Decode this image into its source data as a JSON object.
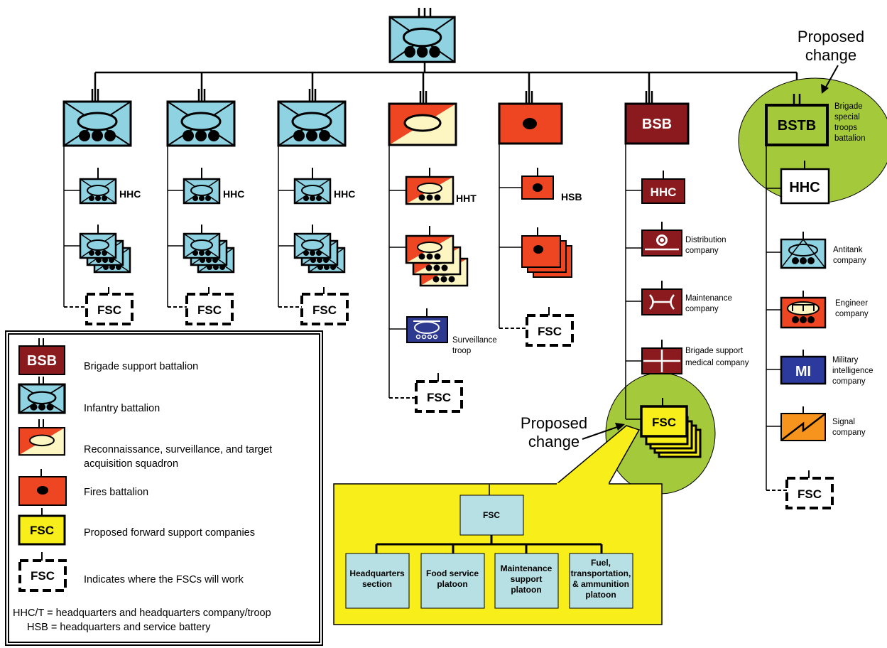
{
  "annotations": {
    "proposed_top_line1": "Proposed",
    "proposed_top_line2": "change",
    "proposed_mid_line1": "Proposed",
    "proposed_mid_line2": "change"
  },
  "units": {
    "hhc": "HHC",
    "hht": "HHT",
    "hsb": "HSB",
    "fsc": "FSC",
    "bsb": "BSB",
    "bstb": "BSTB",
    "mi": "MI",
    "surveillance_troop_1": "Surveillance",
    "surveillance_troop_2": "troop",
    "distribution_1": "Distribution",
    "distribution_2": "company",
    "maintenance_1": "Maintenance",
    "maintenance_2": "company",
    "medical_1": "Brigade support",
    "medical_2": "medical company",
    "bstb_label_1": "Brigade",
    "bstb_label_2": "special",
    "bstb_label_3": "troops",
    "bstb_label_4": "battalion",
    "antitank_1": "Antitank",
    "antitank_2": "company",
    "engineer_1": "Engineer",
    "engineer_2": "company",
    "mi_label_1": "Military",
    "mi_label_2": "intelligence",
    "mi_label_3": "company",
    "signal_1": "Signal",
    "signal_2": "company"
  },
  "fsc_detail": {
    "root": "FSC",
    "children": [
      [
        "Headquarters",
        "section"
      ],
      [
        "Food service",
        "platoon"
      ],
      [
        "Maintenance",
        "support",
        "platoon"
      ],
      [
        "Fuel,",
        "transportation,",
        "& ammunition",
        "platoon"
      ]
    ]
  },
  "legend": {
    "bsb_symbol": "BSB",
    "bsb": "Brigade support battalion",
    "infantry": "Infantry battalion",
    "rsta_1": "Reconnaissance, surveillance, and target",
    "rsta_2": "acquisition squadron",
    "fires": "Fires battalion",
    "fsc_symbol": "FSC",
    "proposed_fsc": "Proposed forward support companies",
    "fsc_dashed_symbol": "FSC",
    "fsc_work": "Indicates where the FSCs will work",
    "note_1": "HHC/T = headquarters and headquarters company/troop",
    "note_2": "HSB = headquarters and service battery"
  },
  "colors": {
    "infantry_blue": "#8fd3e3",
    "fires_red": "#ee4523",
    "cream": "#fdf6c3",
    "bsb_maroon": "#8b1a1e",
    "proposed_green": "#a4c93a",
    "fsc_yellow": "#f7ee1a",
    "detail_box": "#b7e0e4",
    "mi_blue": "#2b3a9c",
    "signal_orange": "#f7941d",
    "surveillance_blue": "#2e3a8f"
  }
}
